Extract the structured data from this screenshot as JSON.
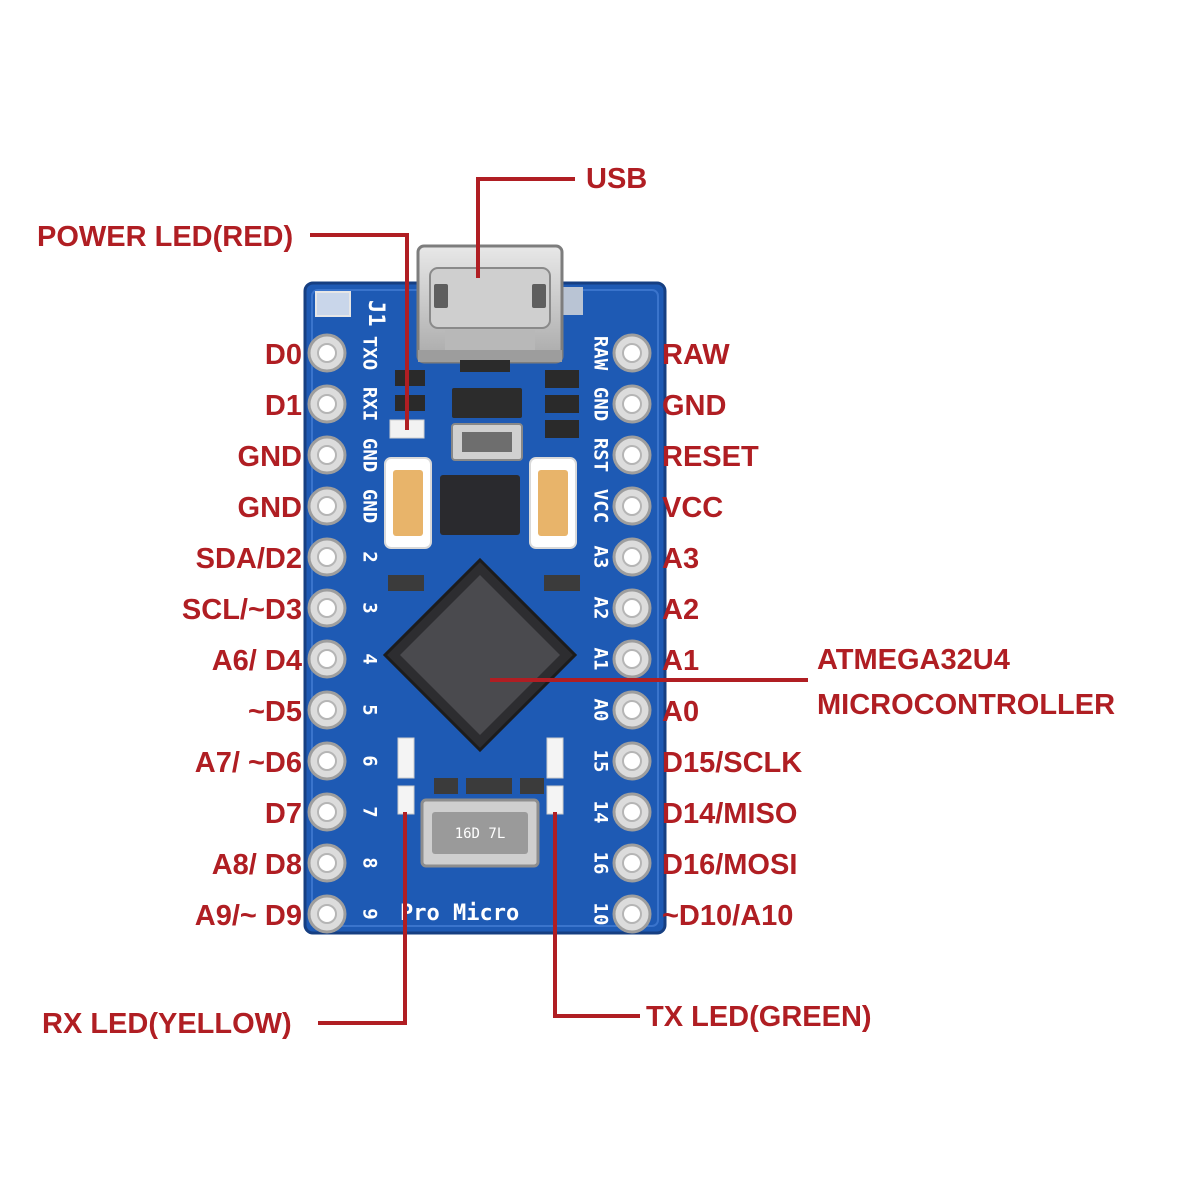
{
  "callouts": {
    "usb": "USB",
    "power_led": "POWER LED(RED)",
    "mcu_line1": "ATMEGA32U4",
    "mcu_line2": "MICROCONTROLLER",
    "rx_led": "RX LED(YELLOW)",
    "tx_led": "TX LED(GREEN)"
  },
  "left_pins": [
    "D0",
    "D1",
    "GND",
    "GND",
    "SDA/D2",
    "SCL/~D3",
    "A6/ D4",
    "~D5",
    "A7/ ~D6",
    "D7",
    "A8/ D8",
    "A9/~ D9"
  ],
  "right_pins": [
    "RAW",
    "GND",
    "RESET",
    "VCC",
    "A3",
    "A2",
    "A1",
    "A0",
    "D15/SCLK",
    "D14/MISO",
    "D16/MOSI",
    "~D10/A10"
  ],
  "silkscreen": {
    "left": [
      "TXO",
      "RXI",
      "GND",
      "GND",
      "2",
      "3",
      "4",
      "5",
      "6",
      "7",
      "8",
      "9"
    ],
    "right": [
      "RAW",
      "GND",
      "RST",
      "VCC",
      "A3",
      "A2",
      "A1",
      "A0",
      "15",
      "14",
      "16",
      "10"
    ],
    "j1": "J1",
    "board_name": "Pro Micro",
    "crystal": "16D 7L"
  },
  "colors": {
    "label": "#b01e23",
    "board": "#1e5ab4",
    "chip": "#3a3a3e"
  }
}
